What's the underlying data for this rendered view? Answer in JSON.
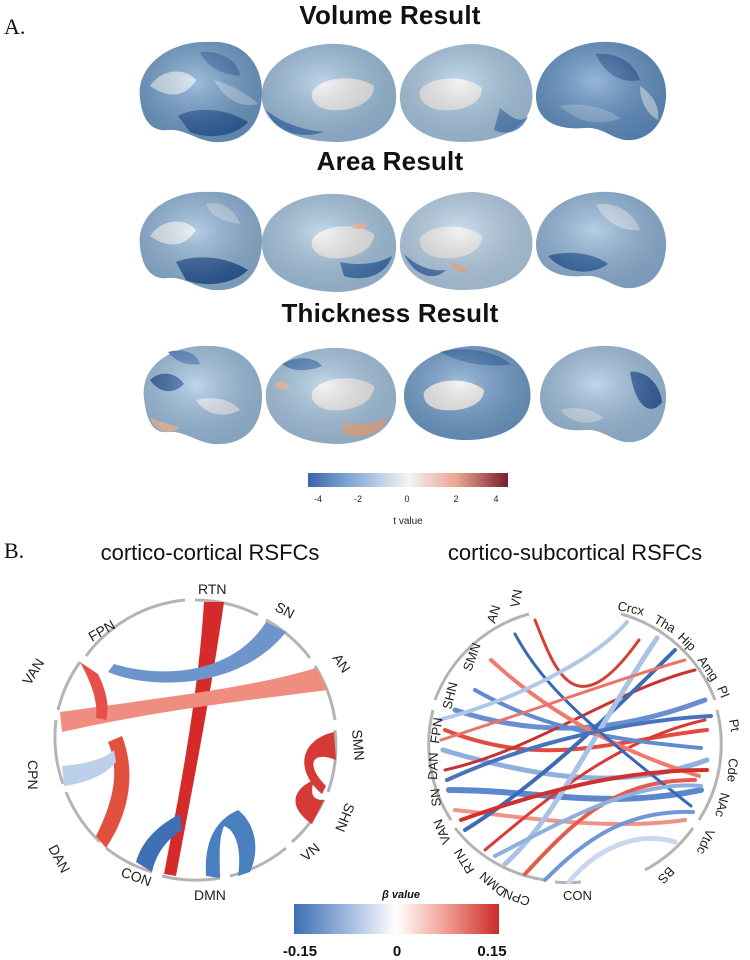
{
  "panel_a": {
    "letter": "A.",
    "rows": [
      {
        "title": "Volume Result"
      },
      {
        "title": "Area Result"
      },
      {
        "title": "Thickness Result"
      }
    ],
    "colorbar": {
      "ticks": [
        "-4",
        "-2",
        "0",
        "2",
        "4"
      ],
      "label": "t value",
      "colors": [
        "#3a66a8",
        "#8fb4d8",
        "#f4f4f4",
        "#e7a48c",
        "#7b1c2a"
      ]
    }
  },
  "panel_b": {
    "letter": "B.",
    "left_chord": {
      "title": "cortico-cortical RSFCs",
      "labels": [
        "RTN",
        "SN",
        "AN",
        "SMN",
        "SHN",
        "VN",
        "DMN",
        "CON",
        "DAN",
        "CPN",
        "VAN",
        "FPN"
      ]
    },
    "right_chord": {
      "title": "cortico-subcortical RSFCs",
      "cortical_labels": [
        "VN",
        "AN",
        "SMN",
        "SHN",
        "FPN",
        "DAN",
        "SN",
        "VAN",
        "RTN",
        "DMN",
        "CPN",
        "CON"
      ],
      "subcortical_labels": [
        "Crcx",
        "Tha",
        "Hip",
        "Amg",
        "Pl",
        "Pt",
        "Cde",
        "NAc",
        "Vtdc",
        "BS"
      ]
    },
    "colorbar": {
      "label": "β value",
      "ticks": [
        "-0.15",
        "0",
        "0.15"
      ],
      "colors": [
        "#3f6fb4",
        "#9ab5dc",
        "#ffffff",
        "#ef9a8f",
        "#cc2a2a"
      ]
    }
  }
}
